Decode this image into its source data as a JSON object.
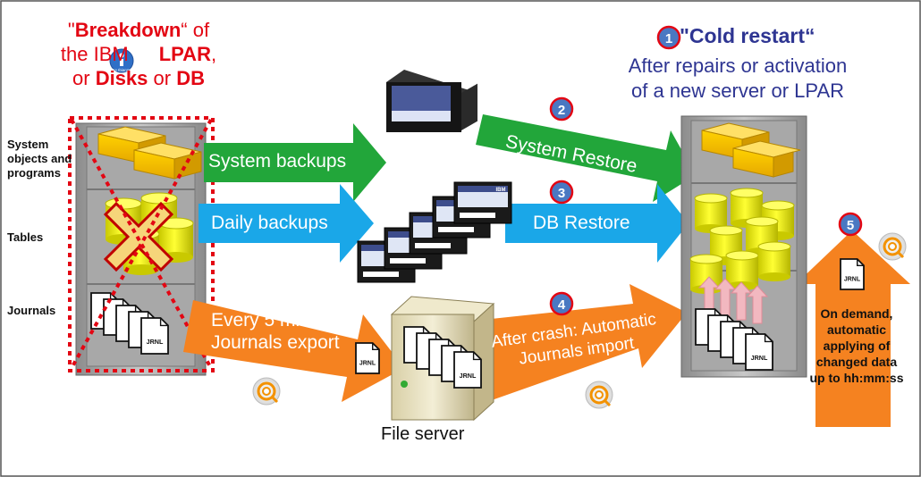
{
  "heading_left": {
    "quote_open": "\"",
    "breakdown": "Breakdown",
    "quote_close_of": "“ of",
    "the_ibm": "the IBM",
    "lpar": "LPAR",
    "comma": ",",
    "or1": "or ",
    "disks": "Disks",
    "or2": " or ",
    "db": "DB",
    "ibm_logo_text": "Se Ibianmi"
  },
  "heading_right": {
    "badge": "1",
    "quote_open": "\"",
    "cold_restart": "Cold restart",
    "quote_close": "“",
    "line1": "After repairs or activation",
    "line2": "of a new server or LPAR"
  },
  "left_labels": {
    "system_objects": [
      "System",
      "objects and",
      "programs"
    ],
    "tables": "Tables",
    "journals": "Journals"
  },
  "arrows": {
    "system_backups": "System backups",
    "daily_backups": "Daily backups",
    "every5": [
      "Every 5 minutes:",
      "Journals export"
    ],
    "system_restore": "System Restore",
    "db_restore": "DB Restore",
    "after_crash": [
      "After crash: Automatic",
      "Journals import"
    ]
  },
  "badges": {
    "b2": "2",
    "b3": "3",
    "b4": "4",
    "b5": "5"
  },
  "tape_brand": "IBM",
  "jrnl": "JRNL",
  "file_server": "File server",
  "on_demand": [
    "On demand,",
    "automatic",
    "applying of",
    "changed data",
    "up to hh:mm:ss"
  ],
  "colors": {
    "red": "#e30613",
    "navy": "#2e3592",
    "green": "#22a63a",
    "blue": "#1aa7e8",
    "orange": "#f58220",
    "badge_blue": "#4a78c2"
  }
}
